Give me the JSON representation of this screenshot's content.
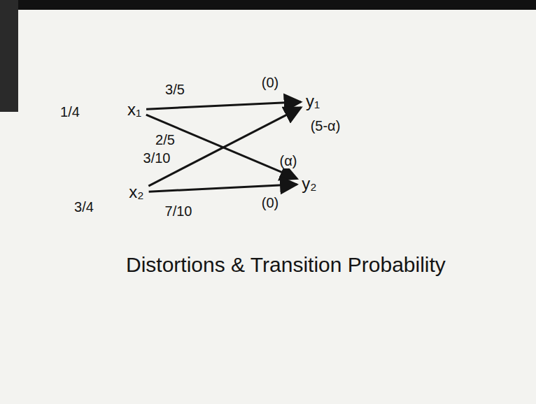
{
  "diagram": {
    "title": "Distortions & Transition Probability",
    "nodes": [
      {
        "text": [
          "x₁"
        ]
      },
      {
        "text": [
          "x₂"
        ]
      },
      {
        "text": [
          "y₁"
        ]
      },
      {
        "text": [
          "y₂"
        ]
      }
    ],
    "edges": [
      {
        "from": 0,
        "to": 2,
        "arrow": "to",
        "label": "3/5"
      },
      {
        "from": 0,
        "to": 3,
        "arrow": "to",
        "label": "2/5"
      },
      {
        "from": 1,
        "to": 2,
        "arrow": "to",
        "label": "3/10"
      },
      {
        "from": 1,
        "to": 3,
        "arrow": "to",
        "label": "7/10"
      }
    ],
    "labels": [
      "1/4",
      "3/4",
      "(0)",
      "(5-α)",
      "(α)",
      "(0)"
    ]
  }
}
